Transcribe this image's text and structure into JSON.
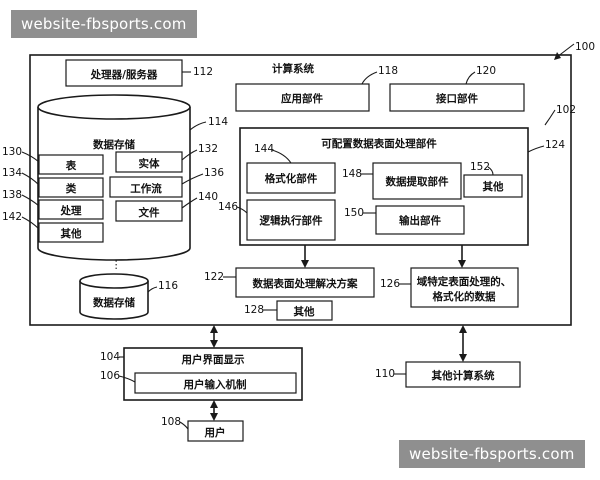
{
  "watermark": {
    "top_text": "website-fbsports.com",
    "bottom_text": "website-fbsports.com"
  },
  "diagram": {
    "ref_system": "100",
    "ref_main": "102",
    "computing_system": "计算系统",
    "processor": {
      "label": "处理器/服务器",
      "ref": "112"
    },
    "application": {
      "label": "应用部件",
      "ref": "118"
    },
    "interface": {
      "label": "接口部件",
      "ref": "120"
    },
    "data_store_main": {
      "label": "数据存储",
      "ref": "114"
    },
    "table": {
      "label": "表",
      "ref": "130"
    },
    "class": {
      "label": "类",
      "ref": "134"
    },
    "processing": {
      "label": "处理",
      "ref": "138"
    },
    "other_left": {
      "label": "其他",
      "ref": "142"
    },
    "entity": {
      "label": "实体",
      "ref": "132"
    },
    "workflow": {
      "label": "工作流",
      "ref": "136"
    },
    "file": {
      "label": "文件",
      "ref": "140"
    },
    "ellipsis": "⋮",
    "data_store_small": {
      "label": "数据存储",
      "ref": "116"
    },
    "configurable": {
      "label": "可配置数据表面处理部件",
      "ref": "124"
    },
    "formatting": {
      "label": "格式化部件",
      "ref": "144"
    },
    "extraction": {
      "label": "数据提取部件",
      "ref": "148"
    },
    "other_inner": {
      "label": "其他",
      "ref": "152"
    },
    "logic": {
      "label": "逻辑执行部件",
      "ref": "146"
    },
    "output": {
      "label": "输出部件",
      "ref": "150"
    },
    "solution": {
      "label": "数据表面处理解决方案",
      "ref": "122"
    },
    "domain_data": {
      "line1": "域特定表面处理的、",
      "line2": "格式化的数据",
      "ref": "126"
    },
    "other_bottom": {
      "label": "其他",
      "ref": "128"
    },
    "ui_display": {
      "label": "用户界面显示",
      "ref": "104"
    },
    "ui_input": {
      "label": "用户输入机制",
      "ref": "106"
    },
    "user": {
      "label": "用户",
      "ref": "108"
    },
    "other_systems": {
      "label": "其他计算系统",
      "ref": "110"
    }
  }
}
